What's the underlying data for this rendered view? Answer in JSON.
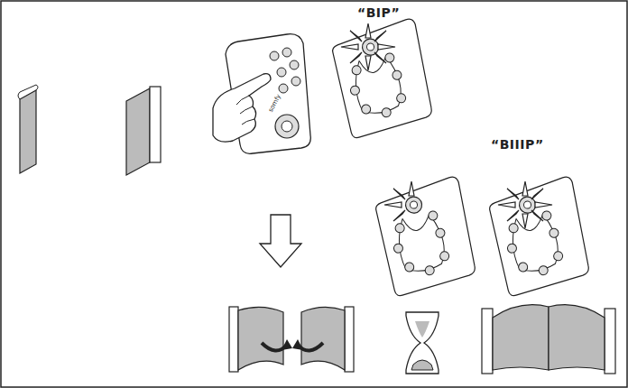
{
  "diagram": {
    "labels": [
      "“BIP”",
      "“BIIIP”",
      "somfy"
    ]
  }
}
